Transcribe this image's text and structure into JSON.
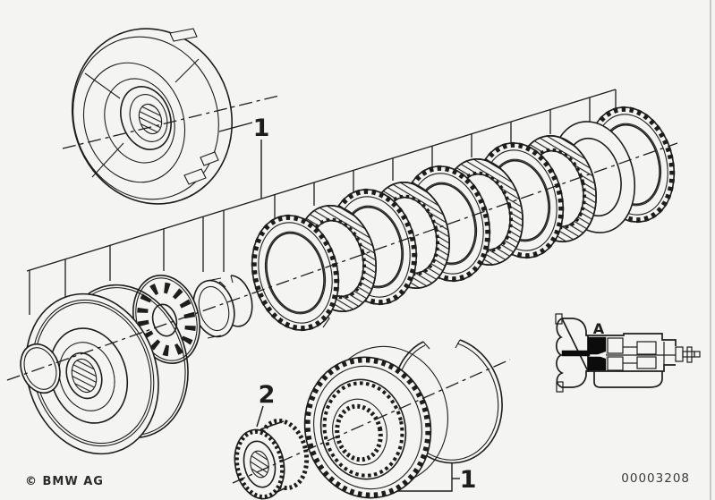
{
  "footer": {
    "copyright": "© BMW AG",
    "image_number": "00003208"
  },
  "labels": {
    "part1_top": "1",
    "part1_bottom": "1",
    "part2": "2",
    "position_a": "A"
  },
  "colors": {
    "line": "#1d1d1b",
    "background": "#f4f4f2",
    "highlight": "#0c0c0c",
    "edge": "#c8c8c6"
  }
}
